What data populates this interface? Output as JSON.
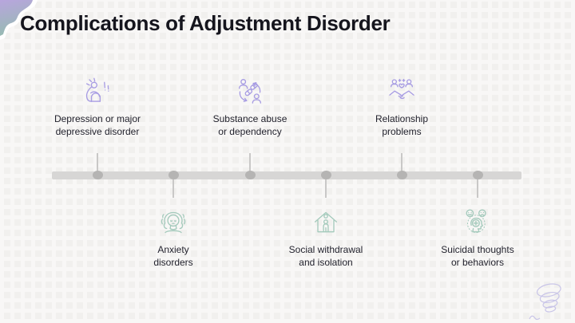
{
  "slide": {
    "title": "Complications of Adjustment Disorder",
    "colors": {
      "background": "#f1f0ee",
      "title_text": "#15151d",
      "body_text": "#23232e",
      "accent_purple": "#a79ce3",
      "accent_teal": "#a4cabc",
      "timeline_bar": "#d7d6d5",
      "timeline_dot": "#b5b4b3",
      "corner_gradient_top": "#b7a6dc",
      "corner_gradient_bottom": "#95bcb0",
      "spiral": "#c9c5e8"
    },
    "decorations": {
      "corner_blob": "gradient-corner-blob",
      "spiral": "spiral-doodle",
      "background_texture": "maze-pattern"
    },
    "timeline": {
      "items": [
        {
          "label_line1": "Depression or major",
          "label_line2": "depressive disorder",
          "position": "top",
          "icon": "depressed-person-icon"
        },
        {
          "label_line1": "Anxiety",
          "label_line2": "disorders",
          "position": "bottom",
          "icon": "anxious-woman-icon"
        },
        {
          "label_line1": "Substance abuse",
          "label_line2": "or dependency",
          "position": "top",
          "icon": "substance-exchange-icon"
        },
        {
          "label_line1": "Social withdrawal",
          "label_line2": "and isolation",
          "position": "bottom",
          "icon": "person-in-house-icon"
        },
        {
          "label_line1": "Relationship",
          "label_line2": "problems",
          "position": "top",
          "icon": "handshake-people-icon"
        },
        {
          "label_line1": "Suicidal thoughts",
          "label_line2": "or behaviors",
          "position": "bottom",
          "icon": "head-mental-health-icon"
        }
      ]
    }
  }
}
